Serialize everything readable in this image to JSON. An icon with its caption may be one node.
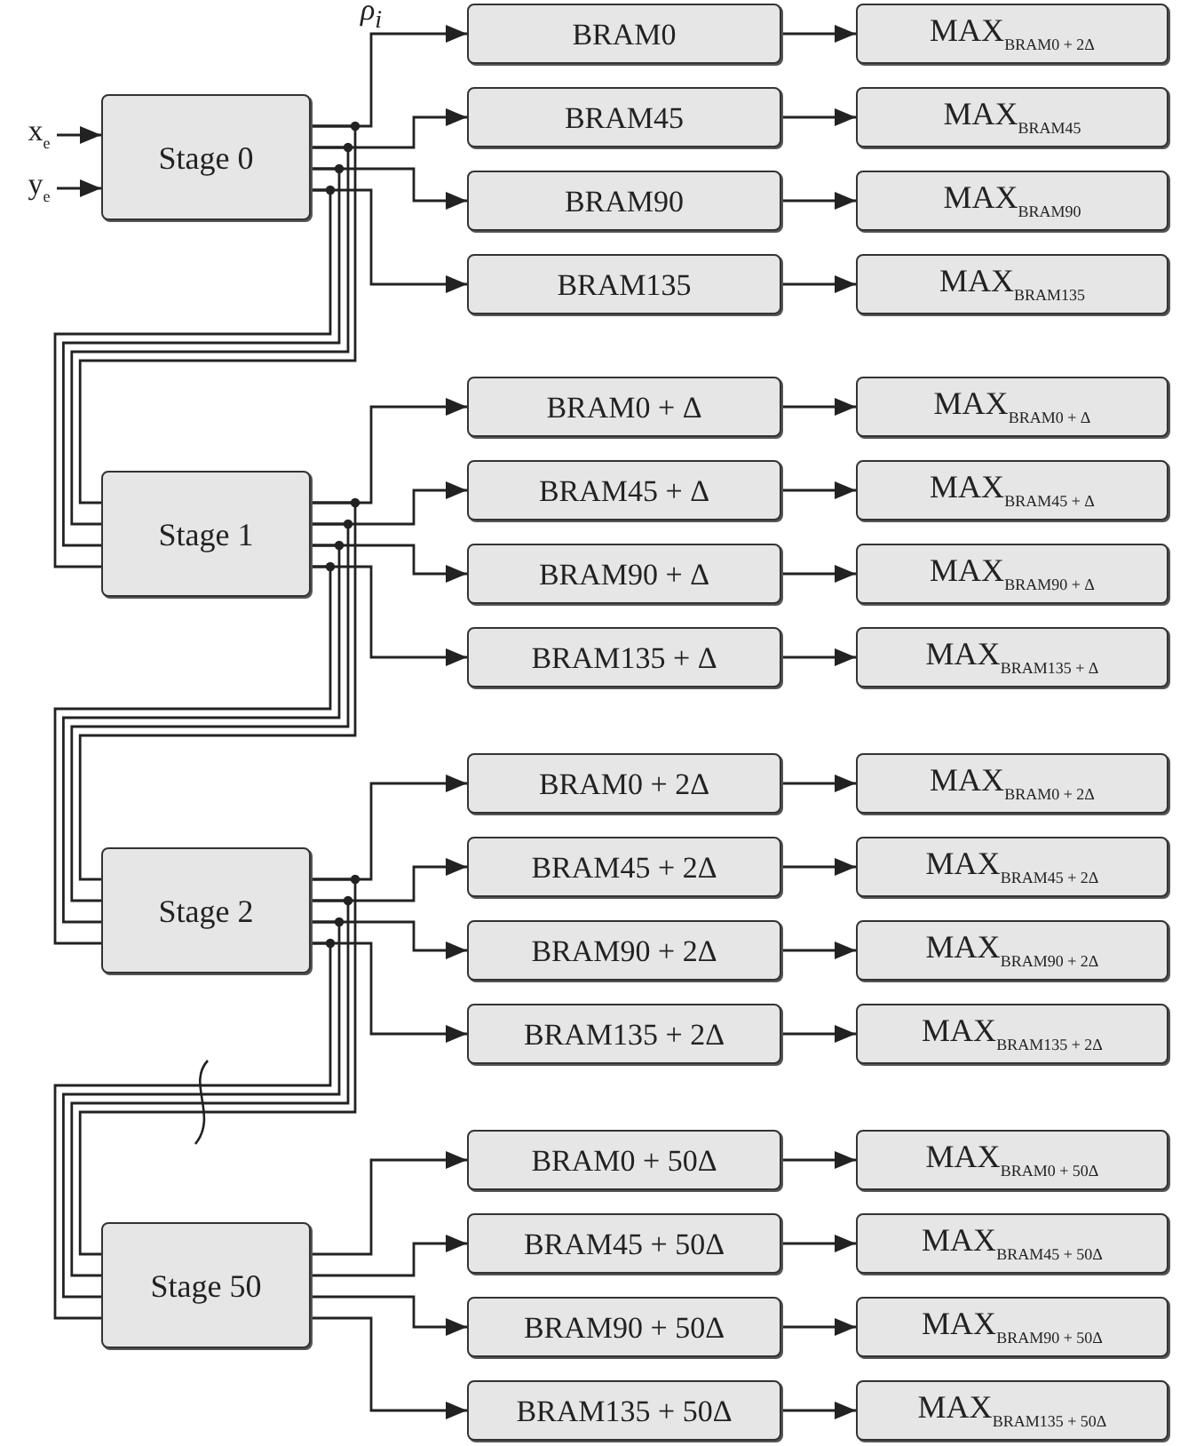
{
  "diagram": {
    "nodes": [
      {
        "text": [
          "x$_{e}$"
        ]
      },
      {
        "text": [
          "y$_{e}$"
        ]
      },
      {
        "text": [
          "Stage 0"
        ]
      },
      {
        "text": [
          "BRAM0"
        ]
      },
      {
        "text": [
          "BRAM45"
        ]
      },
      {
        "text": [
          "BRAM90"
        ]
      },
      {
        "text": [
          "BRAM135"
        ]
      },
      {
        "text": [
          "MAX$_{BRAM0 + 2Δ}$"
        ]
      },
      {
        "text": [
          "MAX$_{BRAM45}$"
        ]
      },
      {
        "text": [
          "MAX$_{BRAM90}$"
        ]
      },
      {
        "text": [
          "MAX$_{BRAM135}$"
        ]
      },
      {
        "text": [
          "Stage 1"
        ]
      },
      {
        "text": [
          "BRAM0 + Δ"
        ]
      },
      {
        "text": [
          "BRAM45 + Δ"
        ]
      },
      {
        "text": [
          "BRAM90 + Δ"
        ]
      },
      {
        "text": [
          "BRAM135 + Δ"
        ]
      },
      {
        "text": [
          "MAX$_{BRAM0 + Δ}$"
        ]
      },
      {
        "text": [
          "MAX$_{BRAM45 + Δ}$"
        ]
      },
      {
        "text": [
          "MAX$_{BRAM90 + Δ}$"
        ]
      },
      {
        "text": [
          "MAX$_{BRAM135 + Δ}$"
        ]
      },
      {
        "text": [
          "Stage 2"
        ]
      },
      {
        "text": [
          "BRAM0 + 2Δ"
        ]
      },
      {
        "text": [
          "BRAM45 + 2Δ"
        ]
      },
      {
        "text": [
          "BRAM90 + 2Δ"
        ]
      },
      {
        "text": [
          "BRAM135 + 2Δ"
        ]
      },
      {
        "text": [
          "MAX$_{BRAM0 + 2Δ}$"
        ]
      },
      {
        "text": [
          "MAX$_{BRAM45 + 2Δ}$"
        ]
      },
      {
        "text": [
          "MAX$_{BRAM90 + 2Δ}$"
        ]
      },
      {
        "text": [
          "MAX$_{BRAM135 + 2Δ}$"
        ]
      },
      {
        "text": [
          "Stage 50"
        ]
      },
      {
        "text": [
          "BRAM0 + 50Δ"
        ]
      },
      {
        "text": [
          "BRAM45 + 50Δ"
        ]
      },
      {
        "text": [
          "BRAM90 + 50Δ"
        ]
      },
      {
        "text": [
          "BRAM135 + 50Δ"
        ]
      },
      {
        "text": [
          "MAX$_{BRAM0 + 50Δ}$"
        ]
      },
      {
        "text": [
          "MAX$_{BRAM45 + 50Δ}$"
        ]
      },
      {
        "text": [
          "MAX$_{BRAM90 + 50Δ}$"
        ]
      },
      {
        "text": [
          "MAX$_{BRAM135 + 50Δ}$"
        ]
      }
    ],
    "edges": [
      {
        "from": 0,
        "to": 2,
        "arrow": "to"
      },
      {
        "from": 1,
        "to": 2,
        "arrow": "to"
      },
      {
        "from": 2,
        "to": 3,
        "arrow": "to"
      },
      {
        "from": 2,
        "to": 4,
        "arrow": "to"
      },
      {
        "from": 2,
        "to": 5,
        "arrow": "to"
      },
      {
        "from": 2,
        "to": 6,
        "arrow": "to"
      },
      {
        "from": 3,
        "to": 7,
        "arrow": "to"
      },
      {
        "from": 4,
        "to": 8,
        "arrow": "to"
      },
      {
        "from": 5,
        "to": 9,
        "arrow": "to"
      },
      {
        "from": 6,
        "to": 10,
        "arrow": "to"
      },
      {
        "from": 2,
        "to": 11,
        "arrow": "none"
      },
      {
        "from": 2,
        "to": 11,
        "arrow": "none"
      },
      {
        "from": 2,
        "to": 11,
        "arrow": "none"
      },
      {
        "from": 2,
        "to": 11,
        "arrow": "none"
      },
      {
        "from": 11,
        "to": 12,
        "arrow": "to"
      },
      {
        "from": 11,
        "to": 13,
        "arrow": "to"
      },
      {
        "from": 11,
        "to": 14,
        "arrow": "to"
      },
      {
        "from": 11,
        "to": 15,
        "arrow": "to"
      },
      {
        "from": 12,
        "to": 16,
        "arrow": "to"
      },
      {
        "from": 13,
        "to": 17,
        "arrow": "to"
      },
      {
        "from": 14,
        "to": 18,
        "arrow": "to"
      },
      {
        "from": 15,
        "to": 19,
        "arrow": "to"
      },
      {
        "from": 11,
        "to": 20,
        "arrow": "none"
      },
      {
        "from": 11,
        "to": 20,
        "arrow": "none"
      },
      {
        "from": 11,
        "to": 20,
        "arrow": "none"
      },
      {
        "from": 11,
        "to": 20,
        "arrow": "none"
      },
      {
        "from": 20,
        "to": 21,
        "arrow": "to"
      },
      {
        "from": 20,
        "to": 22,
        "arrow": "to"
      },
      {
        "from": 20,
        "to": 23,
        "arrow": "to"
      },
      {
        "from": 20,
        "to": 24,
        "arrow": "to"
      },
      {
        "from": 21,
        "to": 25,
        "arrow": "to"
      },
      {
        "from": 22,
        "to": 26,
        "arrow": "to"
      },
      {
        "from": 23,
        "to": 27,
        "arrow": "to"
      },
      {
        "from": 24,
        "to": 28,
        "arrow": "to"
      },
      {
        "from": 20,
        "to": 29,
        "arrow": "none"
      },
      {
        "from": 20,
        "to": 29,
        "arrow": "none"
      },
      {
        "from": 20,
        "to": 29,
        "arrow": "none"
      },
      {
        "from": 20,
        "to": 29,
        "arrow": "none"
      },
      {
        "from": 29,
        "to": 30,
        "arrow": "to"
      },
      {
        "from": 29,
        "to": 31,
        "arrow": "to"
      },
      {
        "from": 29,
        "to": 32,
        "arrow": "to"
      },
      {
        "from": 29,
        "to": 33,
        "arrow": "to"
      },
      {
        "from": 30,
        "to": 34,
        "arrow": "to"
      },
      {
        "from": 31,
        "to": 35,
        "arrow": "to"
      },
      {
        "from": 32,
        "to": 36,
        "arrow": "to"
      },
      {
        "from": 33,
        "to": 37,
        "arrow": "to"
      }
    ],
    "labels": [
      "ρ$_{i}$"
    ]
  }
}
